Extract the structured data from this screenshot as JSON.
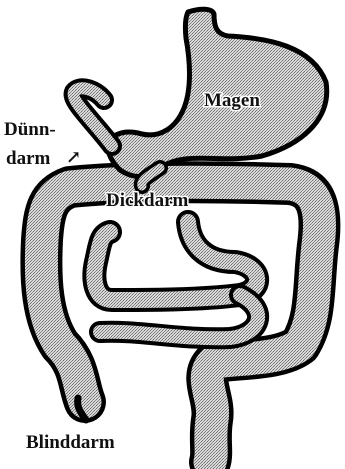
{
  "labels": {
    "magen": "Magen",
    "duenndarm_line1": "Dünn-",
    "duenndarm_line2": "darm",
    "duenndarm_arrow": "↗",
    "dickdarm": "Dickdarm",
    "blinddarm": "Blinddarm"
  },
  "colors": {
    "outline": "#000000",
    "organ_fill": "#a9a9a9",
    "background": "#ffffff",
    "text": "#111111"
  }
}
